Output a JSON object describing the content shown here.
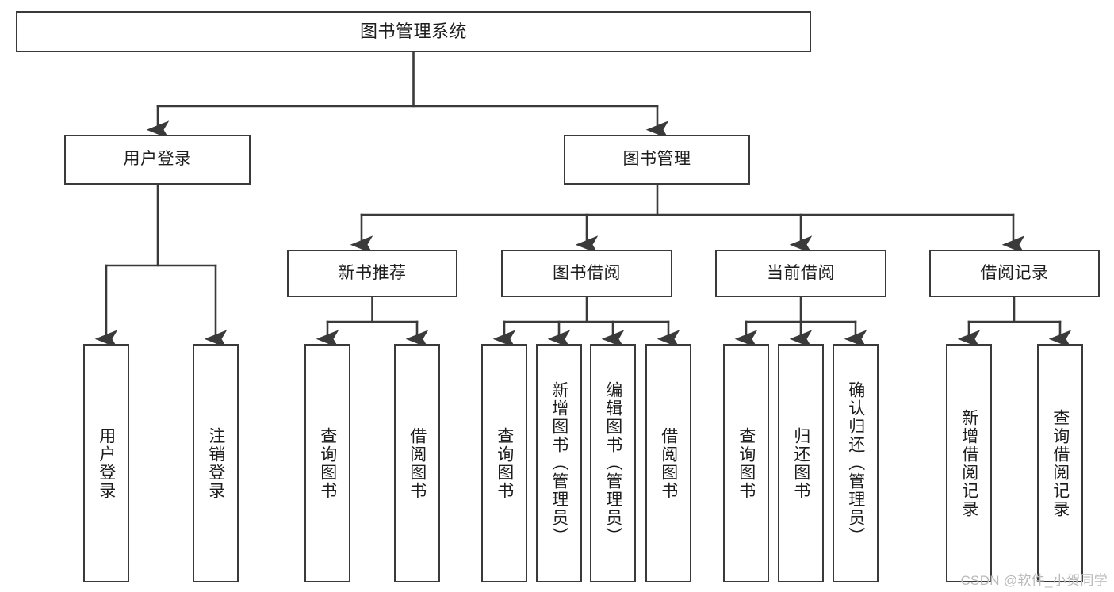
{
  "diagram": {
    "type": "tree",
    "title": "图书管理系统",
    "colors": {
      "background": "#ffffff",
      "box_border": "#3a3a3a",
      "box_fill": "#ffffff",
      "text": "#1d1d1d",
      "connector": "#3a3a3a",
      "watermark": "#b9b9b9"
    },
    "root": {
      "label": "图书管理系统"
    },
    "level2": [
      {
        "label": "用户登录"
      },
      {
        "label": "图书管理"
      }
    ],
    "level3": [
      {
        "label": "新书推荐"
      },
      {
        "label": "图书借阅"
      },
      {
        "label": "当前借阅"
      },
      {
        "label": "借阅记录"
      }
    ],
    "leaves": {
      "user_login": [
        {
          "label": "用户登录"
        },
        {
          "label": "注销登录"
        }
      ],
      "new_book_recommend": [
        {
          "label": "查询图书"
        },
        {
          "label": "借阅图书"
        }
      ],
      "book_borrow": [
        {
          "label": "查询图书"
        },
        {
          "label": "新增图书（管理员）"
        },
        {
          "label": "编辑图书（管理员）"
        },
        {
          "label": "借阅图书"
        }
      ],
      "current_borrow": [
        {
          "label": "查询图书"
        },
        {
          "label": "归还图书"
        },
        {
          "label": "确认归还（管理员）"
        }
      ],
      "borrow_record": [
        {
          "label": "新增借阅记录"
        },
        {
          "label": "查询借阅记录"
        }
      ]
    }
  },
  "watermark": {
    "text": "CSDN @软件_小贺同学"
  }
}
